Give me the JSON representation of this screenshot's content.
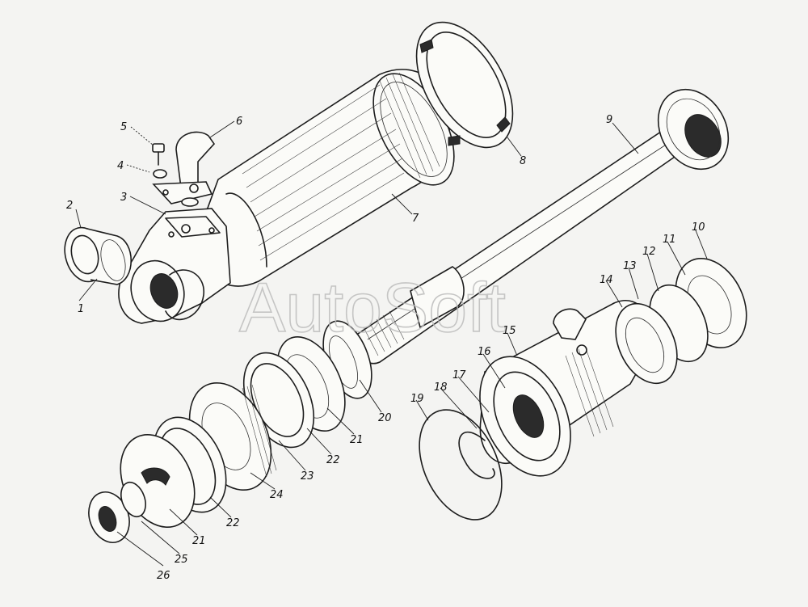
{
  "watermark": "AutoSoft",
  "callouts": [
    {
      "id": "1",
      "text": "1"
    },
    {
      "id": "2",
      "text": "2"
    },
    {
      "id": "3",
      "text": "3"
    },
    {
      "id": "4",
      "text": "4"
    },
    {
      "id": "5",
      "text": "5"
    },
    {
      "id": "6",
      "text": "6"
    },
    {
      "id": "7",
      "text": "7"
    },
    {
      "id": "8",
      "text": "8"
    },
    {
      "id": "9",
      "text": "9"
    },
    {
      "id": "10",
      "text": "10"
    },
    {
      "id": "11",
      "text": "11"
    },
    {
      "id": "12",
      "text": "12"
    },
    {
      "id": "13",
      "text": "13"
    },
    {
      "id": "14",
      "text": "14"
    },
    {
      "id": "15",
      "text": "15"
    },
    {
      "id": "16",
      "text": "16"
    },
    {
      "id": "17",
      "text": "17"
    },
    {
      "id": "18",
      "text": "18"
    },
    {
      "id": "19",
      "text": "19"
    },
    {
      "id": "20",
      "text": "20"
    },
    {
      "id": "21a",
      "text": "21"
    },
    {
      "id": "22a",
      "text": "22"
    },
    {
      "id": "23",
      "text": "23"
    },
    {
      "id": "24",
      "text": "24"
    },
    {
      "id": "22b",
      "text": "22"
    },
    {
      "id": "21b",
      "text": "21"
    },
    {
      "id": "25",
      "text": "25"
    },
    {
      "id": "26",
      "text": "26"
    }
  ]
}
